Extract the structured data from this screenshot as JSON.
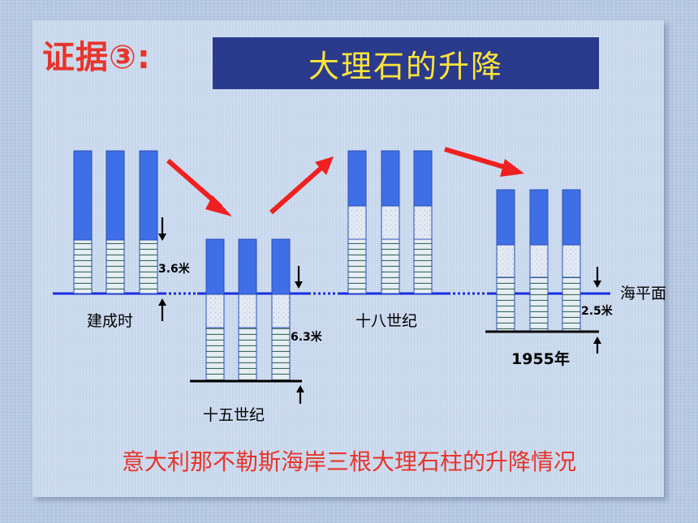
{
  "evidence_label": "证据③:",
  "title": "大理石的升降",
  "caption": "意大利那不勒斯海岸三根大理石柱的升降情况",
  "sea_level_label": "海平面",
  "stages": [
    {
      "label": "建成时",
      "measurement": "3.6米"
    },
    {
      "label": "十五世纪",
      "measurement": "6.3米"
    },
    {
      "label": "十八世纪",
      "measurement": ""
    },
    {
      "label": "1955年",
      "measurement": "2.5米"
    }
  ],
  "colors": {
    "column_blue": "#3f6fe6",
    "sea_line": "#1a2fe0",
    "arrow_red": "#f02020",
    "text_red": "#e8342a",
    "title_bg": "#2a3a8c",
    "title_text": "#ffe43a"
  }
}
